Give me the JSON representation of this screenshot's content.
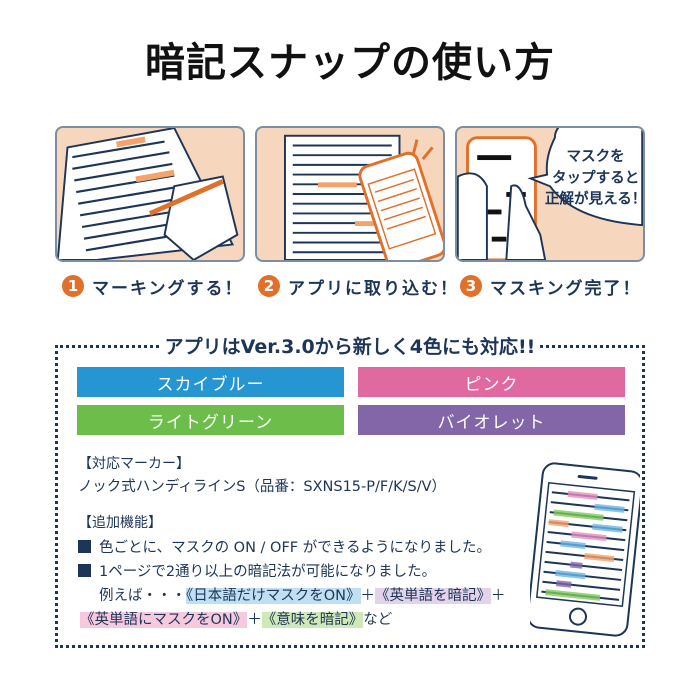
{
  "header": {
    "title": "暗記スナップの使い方"
  },
  "steps": [
    {
      "number": "1",
      "label": "マーキングする！",
      "illustration": "marking-illustration"
    },
    {
      "number": "2",
      "label": "アプリに取り込む！",
      "illustration": "capture-illustration"
    },
    {
      "number": "3",
      "label": "マスキング完了！",
      "illustration": "masking-illustration",
      "speech_bubble": [
        "マスクを",
        "タップすると",
        "正解が見える！"
      ]
    }
  ],
  "colors_section": {
    "title": "アプリはVer.3.0から新しく4色にも対応!!",
    "chips": [
      {
        "label": "スカイブルー",
        "color": "#2596d1"
      },
      {
        "label": "ピンク",
        "color": "#e06aa0"
      },
      {
        "label": "ライトグリーン",
        "color": "#6cbd4a"
      },
      {
        "label": "バイオレット",
        "color": "#8266a8"
      }
    ]
  },
  "marker": {
    "heading": "【対応マーカー】",
    "text": "ノック式ハンディラインS（品番：SXNS15-P/F/K/S/V）"
  },
  "features": {
    "heading": "【追加機能】",
    "items": [
      "色ごとに、マスクの ON / OFF ができるようになりました。",
      "1ページで2通り以上の暗記法が可能になりました。"
    ],
    "example_prefix": "例えば・・・",
    "examples": [
      {
        "text": "《日本語だけマスクをON》",
        "highlight": "#bfe0f2"
      },
      {
        "text": "《英単語を暗記》",
        "highlight": "#e3d3ea"
      },
      {
        "text": "《英単語にマスクをON》",
        "highlight": "#f7c9dc"
      },
      {
        "text": "《意味を暗記》",
        "highlight": "#cfe8b8"
      }
    ],
    "plus": "＋",
    "suffix": "など"
  },
  "accent_colors": {
    "orange": "#e0702a",
    "navy": "#1d3557",
    "peach": "#f6d7bd"
  }
}
